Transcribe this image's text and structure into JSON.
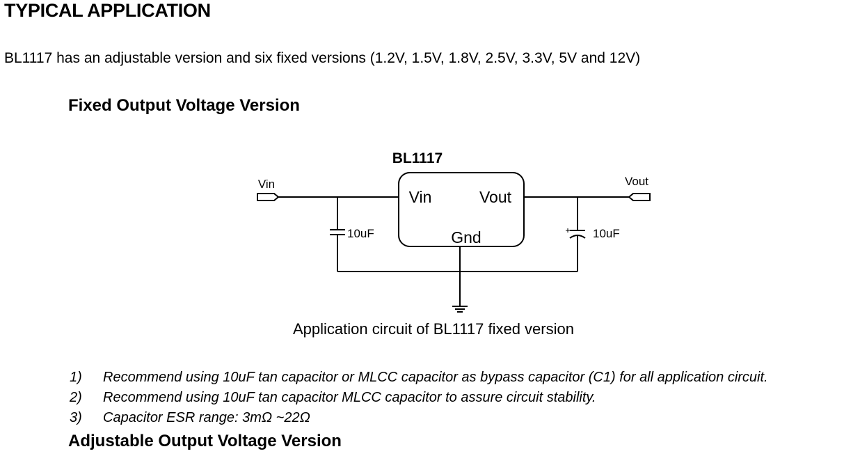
{
  "heading": "TYPICAL APPLICATION",
  "intro": "BL1117 has an adjustable version and six fixed versions (1.2V, 1.5V, 1.8V, 2.5V, 3.3V, 5V and 12V)",
  "fixed_section_title": "Fixed Output Voltage Version",
  "circuit": {
    "ic_name": "BL1117",
    "ic_pin_in": "Vin",
    "ic_pin_out": "Vout",
    "ic_pin_gnd": "Gnd",
    "input_label": "Vin",
    "output_label": "Vout",
    "cap_in_label": "10uF",
    "cap_out_label": "10uF"
  },
  "caption": "Application circuit of BL1117 fixed version",
  "notes": [
    {
      "num": "1)",
      "text": "Recommend using 10uF tan capacitor or MLCC   capacitor  as bypass capacitor (C1) for all application circuit."
    },
    {
      "num": "2)",
      "text": "Recommend using 10uF tan capacitor MLCC   capacitor  to assure circuit stability."
    },
    {
      "num": "3)",
      "text": "Capacitor ESR range: 3mΩ  ~22Ω"
    }
  ],
  "adjustable_section_title": "Adjustable Output Voltage Version"
}
